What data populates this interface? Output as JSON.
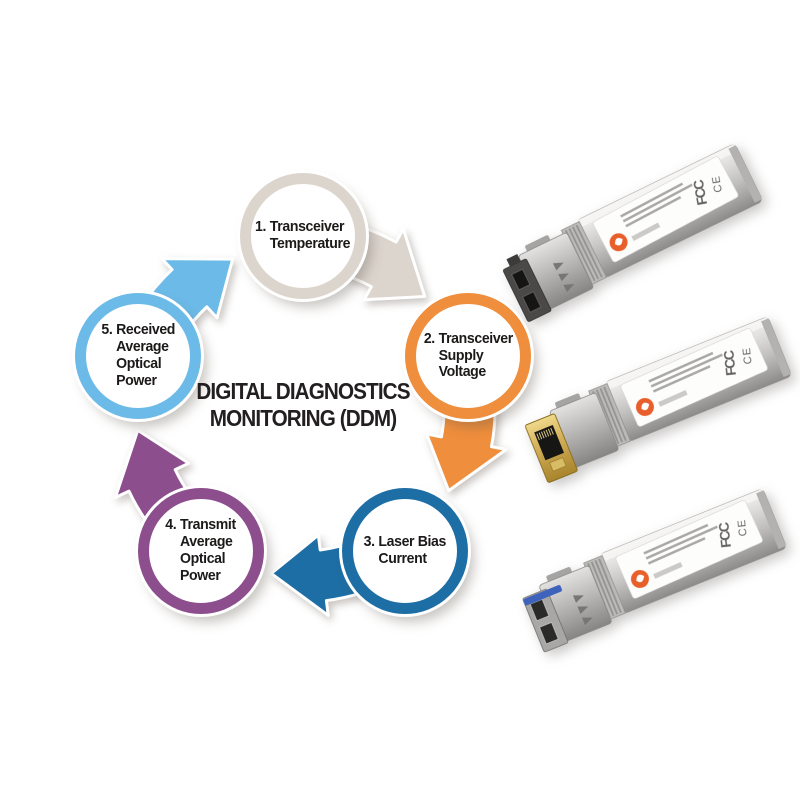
{
  "title": {
    "line1": "DIGITAL DIAGNOSTICS",
    "line2": "MONITORING (DDM)",
    "color": "#231F20"
  },
  "cycle": {
    "direction": "clockwise",
    "steps": [
      {
        "number": "1.",
        "lines": [
          "Transceiver",
          "Temperature"
        ],
        "ring_color": "#DCD5CE"
      },
      {
        "number": "2.",
        "lines": [
          "Transceiver",
          "Supply",
          "Voltage"
        ],
        "ring_color": "#EF8E3C"
      },
      {
        "number": "3.",
        "lines": [
          "Laser Bias",
          "Current"
        ],
        "ring_color": "#1D6EA5"
      },
      {
        "number": "4.",
        "lines": [
          "Transmit",
          "Average",
          "Optical",
          "Power"
        ],
        "ring_color": "#8D4E8E"
      },
      {
        "number": "5.",
        "lines": [
          "Received",
          "Average",
          "Optical",
          "Power"
        ],
        "ring_color": "#6CBAE8"
      }
    ],
    "arrows": [
      {
        "from": 1,
        "to": 2,
        "color": "#DCD5CE"
      },
      {
        "from": 2,
        "to": 3,
        "color": "#EF8E3C"
      },
      {
        "from": 3,
        "to": 4,
        "color": "#1D6EA5"
      },
      {
        "from": 4,
        "to": 5,
        "color": "#8D4E8E"
      },
      {
        "from": 5,
        "to": 1,
        "color": "#6CBAE8"
      }
    ]
  },
  "transceivers": [
    {
      "description": "SFP+ optical transceiver with duplex LC connector",
      "marks": [
        "FCC",
        "CE"
      ],
      "logo_color": "#E95F2B"
    },
    {
      "description": "SFP+ copper transceiver with RJ45 gold connector",
      "marks": [
        "FCC",
        "CE"
      ],
      "logo_color": "#E95F2B"
    },
    {
      "description": "SFP+ optical transceiver with duplex LC blue latch",
      "marks": [
        "FCC",
        "CE"
      ],
      "logo_color": "#E95F2B"
    }
  ]
}
